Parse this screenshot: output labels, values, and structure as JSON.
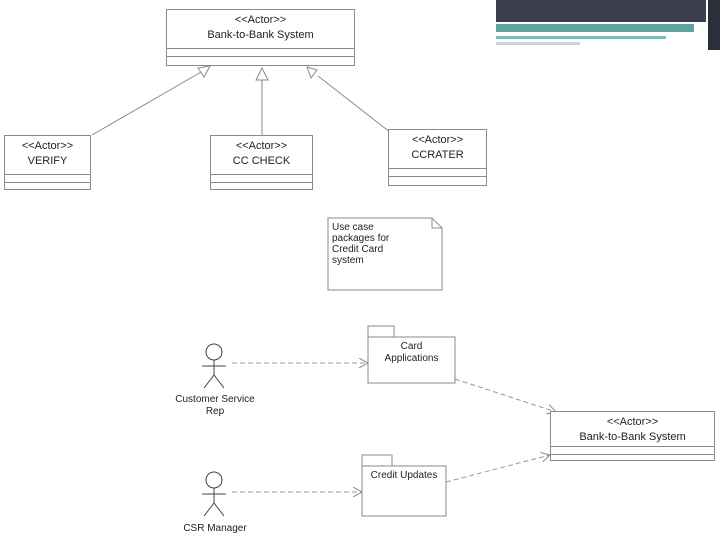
{
  "diagram": {
    "top": {
      "parent": {
        "stereotype": "<<Actor>>",
        "name": "Bank-to-Bank System"
      },
      "children": [
        {
          "stereotype": "<<Actor>>",
          "name": "VERIFY"
        },
        {
          "stereotype": "<<Actor>>",
          "name": "CC CHECK"
        },
        {
          "stereotype": "<<Actor>>",
          "name": "CCRATER"
        }
      ]
    },
    "note": {
      "text": "Use case\npackages for\nCredit Card\nsystem"
    },
    "bottom": {
      "actors": [
        {
          "name": "Customer Service\nRep"
        },
        {
          "name": "CSR Manager"
        }
      ],
      "packages": [
        {
          "name": "Card\nApplications"
        },
        {
          "name": "Credit Updates"
        }
      ],
      "system": {
        "stereotype": "<<Actor>>",
        "name": "Bank-to-Bank System"
      }
    }
  },
  "decoration": {
    "dark_bar_color": "#3b3f4f",
    "teal_color": "#3f8a8c"
  }
}
